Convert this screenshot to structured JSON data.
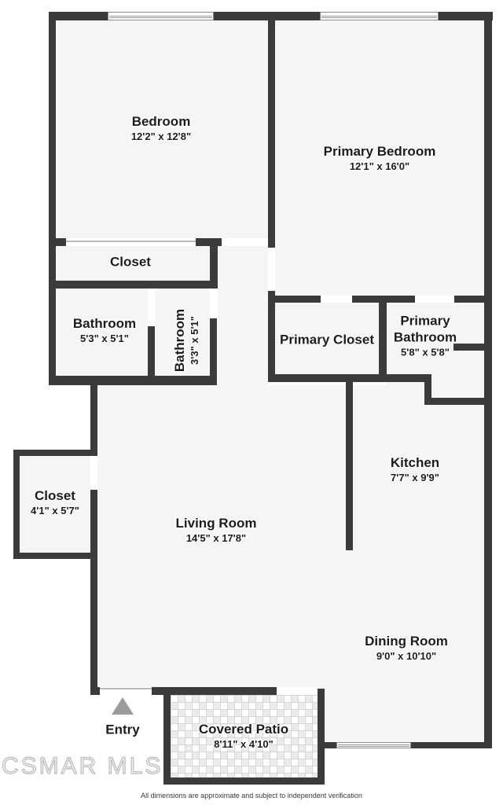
{
  "plan": {
    "rooms": [
      {
        "id": "bedroom",
        "name": "Bedroom",
        "dims": "12'2\" x 12'8\""
      },
      {
        "id": "primary_bedroom",
        "name": "Primary Bedroom",
        "dims": "12'1\" x 16'0\""
      },
      {
        "id": "bedroom_closet",
        "name": "Closet",
        "dims": ""
      },
      {
        "id": "bathroom_1",
        "name": "Bathroom",
        "dims": "5'3\" x 5'1\""
      },
      {
        "id": "bathroom_2",
        "name": "Bathroom",
        "dims": "3'3\" x 5'1\""
      },
      {
        "id": "primary_closet",
        "name": "Primary Closet",
        "dims": ""
      },
      {
        "id": "primary_bathroom",
        "name": "Primary Bathroom",
        "dims": "5'8\" x 5'8\""
      },
      {
        "id": "kitchen",
        "name": "Kitchen",
        "dims": "7'7\" x 9'9\""
      },
      {
        "id": "entry_closet",
        "name": "Closet",
        "dims": "4'1\" x 5'7\""
      },
      {
        "id": "living_room",
        "name": "Living Room",
        "dims": "14'5\" x 17'8\""
      },
      {
        "id": "dining_room",
        "name": "Dining Room",
        "dims": "9'0\" x 10'10\""
      },
      {
        "id": "entry",
        "name": "Entry",
        "dims": ""
      },
      {
        "id": "covered_patio",
        "name": "Covered Patio",
        "dims": "8'11\" x 4'10\""
      }
    ]
  },
  "watermark": "CSMAR MLS",
  "footer": "All dimensions are approximate and subject to independent verification",
  "colors": {
    "wall": "#3b3b3b",
    "floor": "#f5f5f5",
    "tile_gray": "#ebebeb",
    "entry_arrow": "#9b9b9b",
    "label_text": "#1c1c1c"
  }
}
